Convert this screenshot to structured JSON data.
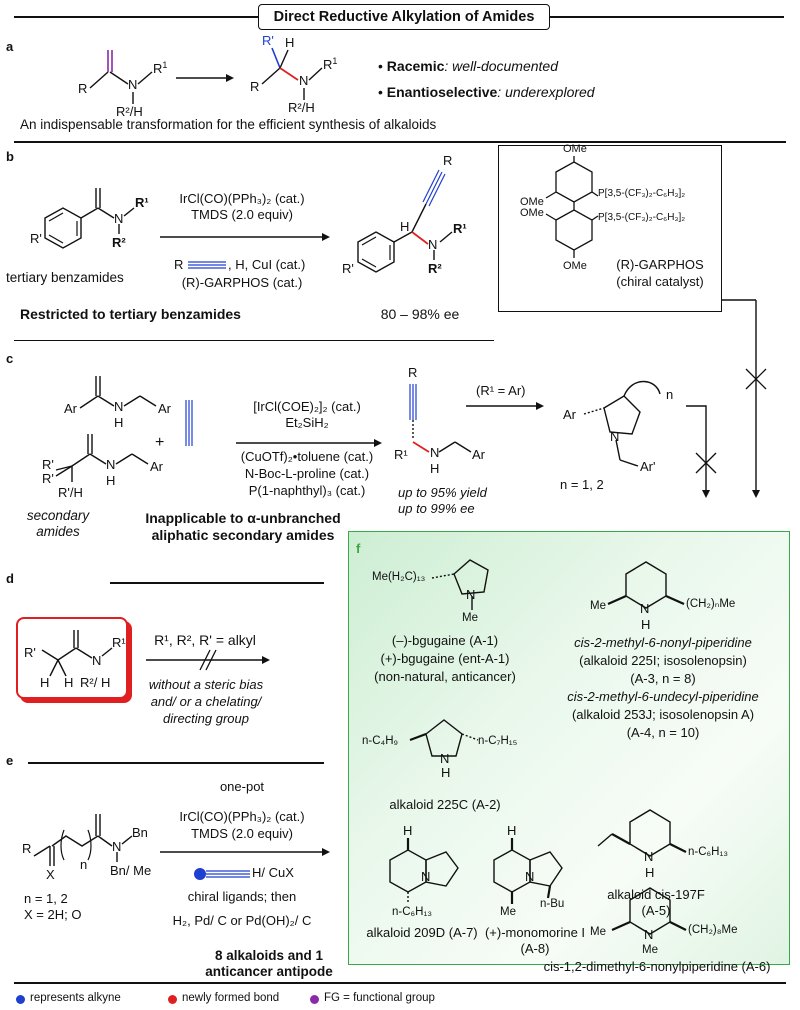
{
  "title": "Direct Reductive Alkylation of Amides",
  "panel_a": {
    "label": "a",
    "racemic_key": "Racemic",
    "racemic_val": ": well-documented",
    "enantio_key": "Enantioselective",
    "enantio_val": ": underexplored",
    "caption": "An indispensable transformation for the efficient synthesis of alkaloids",
    "r": "R",
    "n": "N",
    "r1": "R",
    "r1sup": "1",
    "r2h": "R²/H",
    "rprime": "R'",
    "h": "H"
  },
  "panel_b": {
    "label": "b",
    "cond1": "IrCl(CO)(PPh₃)₂ (cat.)",
    "cond2": "TMDS (2.0 equiv)",
    "cond3": "R——H, CuI (cat.)",
    "cond4": "(R)-GARPHOS (cat.)",
    "substrate": "tertiary benzamides",
    "restricted": "Restricted to tertiary benzamides",
    "ee": "80 – 98% ee",
    "garphos_name": "(R)-GARPHOS",
    "garphos_desc": "(chiral catalyst)",
    "ome": "OMe",
    "p_label": "P[3,5-(CF₃)₂-C₆H₃]₂",
    "r": "R",
    "r1": "R¹",
    "r2": "R²",
    "rp": "R'",
    "h": "H",
    "n": "N"
  },
  "panel_c": {
    "label": "c",
    "cond1": "[IrCl(COE)₂]₂ (cat.)",
    "cond2": "Et₂SiH₂",
    "cond3": "(CuOTf)₂•toluene (cat.)",
    "cond4": "N-Boc-L-proline (cat.)",
    "cond5": "P(1-naphthyl)₃ (cat.)",
    "plus": "+",
    "secondary": "secondary",
    "amides": "amides",
    "inapplicable1": "Inapplicable to α-unbranched",
    "inapplicable2": "aliphatic secondary amides",
    "yield": "up to 95% yield",
    "ee": "up to 99% ee",
    "r1ar": "(R¹ = Ar)",
    "n12": "n = 1, 2",
    "ar": "Ar",
    "arp": "Ar'",
    "r": "R",
    "r1": "R¹",
    "h": "H",
    "n": "N",
    "rp": "R'",
    "rprh": "R'/H",
    "nsub": "n"
  },
  "panel_d": {
    "label": "d",
    "cond": "R¹, R², R' = alkyl",
    "note1": "without a steric bias",
    "note2": "and/ or a chelating/",
    "note3": "directing group",
    "rp": "R'",
    "h": "H",
    "n": "N",
    "r1": "R¹",
    "r2h": "R²/ H"
  },
  "panel_e": {
    "label": "e",
    "onepot": "one-pot",
    "cond1": "IrCl(CO)(PPh₃)₂ (cat.)",
    "cond2": "TMDS (2.0 equiv)",
    "cond3": "H/ CuX",
    "cond4": "chiral ligands; then",
    "cond5": "H₂, Pd/ C or Pd(OH)₂/ C",
    "n12": "n = 1, 2",
    "x": "X = 2H; O",
    "summary1": "8 alkaloids and 1",
    "summary2": "anticancer antipode",
    "r": "R",
    "xl": "X",
    "nsub": "n",
    "n": "N",
    "bn": "Bn",
    "bnme": "Bn/ Me"
  },
  "panel_f": {
    "label": "f",
    "a1_sub": "Me(H₂C)₁₃",
    "a1_line1": "(–)-bgugaine (A-1)",
    "a1_line2": "(+)-bgugaine (ent-A-1)",
    "a1_line3": "(non-natural, anticancer)",
    "a2_left": "n-C₄H₉",
    "a2_right": "n-C₇H₁₅",
    "a2_name": "alkaloid 225C (A-2)",
    "a3_sub": "(CH₂)ₙMe",
    "a3_line1": "cis-2-methyl-6-nonyl-piperidine",
    "a3_line2": "(alkaloid 225I; isosolenopsin)",
    "a3_line3": "(A-3, n = 8)",
    "a4_line1": "cis-2-methyl-6-undecyl-piperidine",
    "a4_line2": "(alkaloid 253J; isosolenopsin A)",
    "a4_line3": "(A-4, n = 10)",
    "a5_sub": "n-C₆H₁₃",
    "a5_line1": "alkaloid cis-197F",
    "a5_line2": "(A-5)",
    "a7_sub": "n-C₆H₁₃",
    "a7_name": "alkaloid 209D (A-7)",
    "a8_sub": "n-Bu",
    "a8_line1": "(+)-monomorine I",
    "a8_line2": "(A-8)",
    "a6_sub": "(CH₂)₈Me",
    "a6_name": "cis-1,2-dimethyl-6-nonylpiperidine (A-6)",
    "me": "Me",
    "n": "N",
    "h": "H"
  },
  "legend": {
    "blue": "represents alkyne",
    "red": "newly formed bond",
    "purple": "FG = functional group"
  },
  "colors": {
    "blue": "#1f3fd0",
    "red": "#e02020",
    "purple": "#8a2aa8",
    "green": "#3aa84a",
    "green_fill": "#cdeed3"
  }
}
